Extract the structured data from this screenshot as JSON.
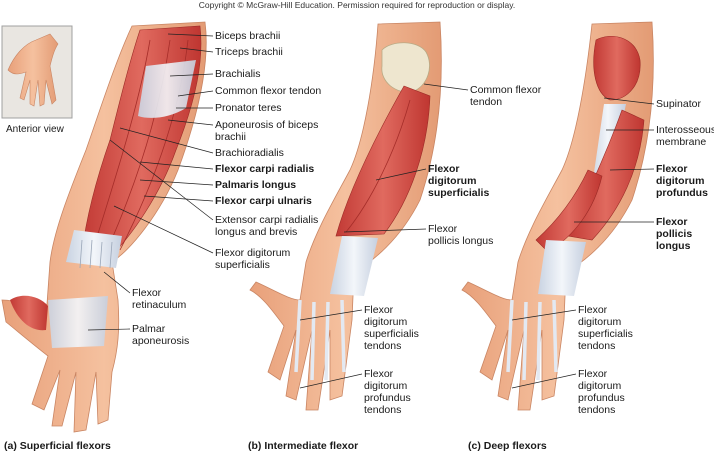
{
  "copyright": "Copyright © McGraw-Hill Education. Permission required for reproduction or display.",
  "inset_caption": "Anterior view",
  "panels": [
    {
      "caption": "(a) Superficial flexors",
      "labels": [
        {
          "text": "Biceps brachii",
          "bold": false
        },
        {
          "text": "Triceps brachii",
          "bold": false
        },
        {
          "text": "Brachialis",
          "bold": false
        },
        {
          "text": "Common flexor tendon",
          "bold": false
        },
        {
          "text": "Pronator teres",
          "bold": false
        },
        {
          "text": "Aponeurosis of biceps\nbrachii",
          "bold": false
        },
        {
          "text": "Brachioradialis",
          "bold": false
        },
        {
          "text": "Flexor carpi radialis",
          "bold": true
        },
        {
          "text": "Palmaris longus",
          "bold": true
        },
        {
          "text": "Flexor carpi ulnaris",
          "bold": true
        },
        {
          "text": "Extensor carpi radialis\nlongus and brevis",
          "bold": false
        },
        {
          "text": "Flexor digitorum\nsuperficialis",
          "bold": false
        },
        {
          "text": "Flexor\nretinaculum",
          "bold": false
        },
        {
          "text": "Palmar\naponeurosis",
          "bold": false
        }
      ]
    },
    {
      "caption": "(b) Intermediate flexor",
      "labels": [
        {
          "text": "Common flexor\ntendon",
          "bold": false
        },
        {
          "text": "Flexor\ndigitorum\nsuperficialis",
          "bold": true
        },
        {
          "text": "Flexor\npollicis longus",
          "bold": false
        },
        {
          "text": "Flexor\ndigitorum\nsuperficialis\ntendons",
          "bold": false
        },
        {
          "text": "Flexor\ndigitorum\nprofundus\ntendons",
          "bold": false
        }
      ]
    },
    {
      "caption": "(c) Deep flexors",
      "labels": [
        {
          "text": "Supinator",
          "bold": false
        },
        {
          "text": "Interosseous\nmembrane",
          "bold": false
        },
        {
          "text": "Flexor\ndigitorum\nprofundus",
          "bold": true
        },
        {
          "text": "Flexor\npollicis\nlongus",
          "bold": true
        },
        {
          "text": "Flexor\ndigitorum\nsuperficialis\ntendons",
          "bold": false
        },
        {
          "text": "Flexor\ndigitorum\nprofundus\ntendons",
          "bold": false
        }
      ]
    }
  ],
  "colors": {
    "skin": "#f2b48f",
    "skin_shade": "#e0946c",
    "muscle": "#d9534f",
    "muscle_dark": "#b8322e",
    "tendon": "#dfe6f0",
    "bone": "#eee6cf",
    "leader": "#222222"
  }
}
